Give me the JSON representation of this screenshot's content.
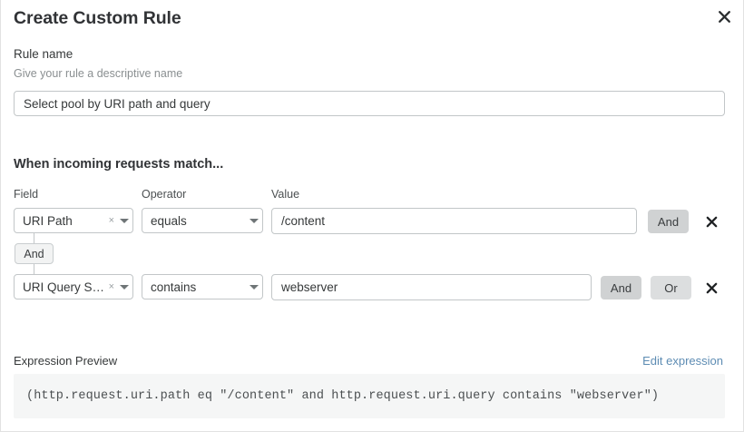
{
  "dialog": {
    "title": "Create Custom Rule",
    "close_icon": "close-icon"
  },
  "rule_name": {
    "label": "Rule name",
    "help": "Give your rule a descriptive name",
    "value": "Select pool by URI path and query",
    "placeholder": ""
  },
  "match": {
    "heading": "When incoming requests match...",
    "columns": {
      "field": "Field",
      "operator": "Operator",
      "value": "Value"
    },
    "connector_badge": "And",
    "rows": [
      {
        "field": "URI Path",
        "operator": "equals",
        "value": "/content",
        "value_placeholder": "",
        "clear_label": "×",
        "buttons": [
          {
            "label": "And",
            "selected": true
          }
        ],
        "remove_label": "remove-condition"
      },
      {
        "field": "URI Query St...",
        "operator": "contains",
        "value": "webserver",
        "value_placeholder": "",
        "clear_label": "×",
        "buttons": [
          {
            "label": "And",
            "selected": true
          },
          {
            "label": "Or",
            "selected": false
          }
        ],
        "remove_label": "remove-condition"
      }
    ]
  },
  "expression": {
    "label": "Expression Preview",
    "edit_link": "Edit expression",
    "code": "(http.request.uri.path eq \"/content\" and http.request.uri.query contains \"webserver\")"
  },
  "colors": {
    "accent_link": "#5d8cb3",
    "border": "#c2c6c8",
    "button_selected": "#d0d2d3",
    "button_unselected": "#dcdedf",
    "preview_bg": "#f5f6f6",
    "text": "#36393a",
    "muted_text": "#8a8f91"
  }
}
